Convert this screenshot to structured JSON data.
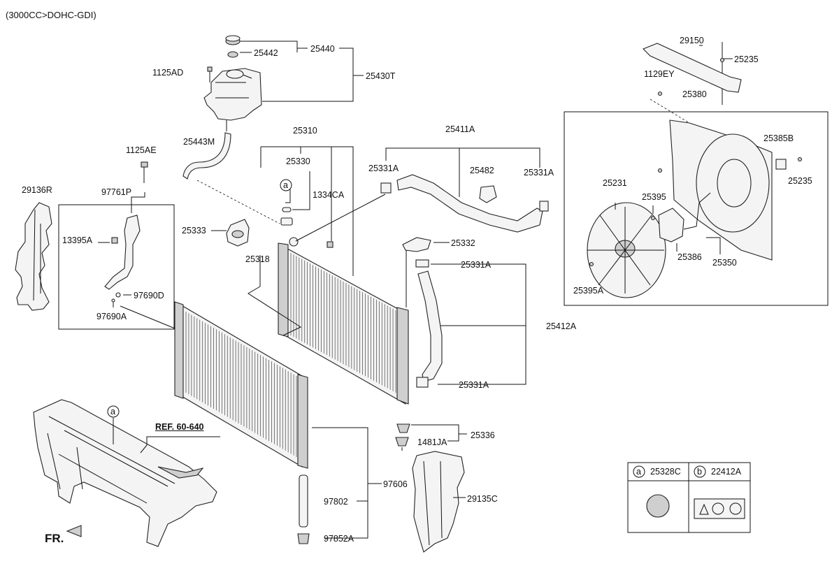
{
  "header": {
    "engine": "(3000CC>DOHC-GDI)"
  },
  "labels": {
    "p25440": "25440",
    "p25442": "25442",
    "p1125AD": "1125AD",
    "p25430T": "25430T",
    "p25443M": "25443M",
    "p1125AE": "1125AE",
    "p29136R": "29136R",
    "p97761P": "97761P",
    "p13395A": "13395A",
    "p97690D": "97690D",
    "p97690A": "97690A",
    "p25310": "25310",
    "p25330": "25330",
    "p1334CA": "1334CA",
    "p25333": "25333",
    "p25318": "25318",
    "p25411A": "25411A",
    "p25331A_1": "25331A",
    "p25482": "25482",
    "p25331A_2": "25331A",
    "p25332": "25332",
    "p25331A_3": "25331A",
    "p25412A": "25412A",
    "p25331A_4": "25331A",
    "p25336": "25336",
    "p1481JA": "1481JA",
    "p97606": "97606",
    "p97802": "97802",
    "p97852A": "97852A",
    "p29135C": "29135C",
    "p29150": "29150",
    "p25235_1": "25235",
    "p1129EY": "1129EY",
    "p25380": "25380",
    "p25385B": "25385B",
    "p25235_2": "25235",
    "p25231": "25231",
    "p25395": "25395",
    "p25386": "25386",
    "p25350": "25350",
    "p25395A": "25395A",
    "ref": "REF. 60-640",
    "fr": "FR."
  },
  "callouts": {
    "a1": "a",
    "a2": "a"
  },
  "legend": {
    "items": [
      {
        "key": "a",
        "part": "25328C"
      },
      {
        "key": "b",
        "part": "22412A"
      }
    ]
  }
}
